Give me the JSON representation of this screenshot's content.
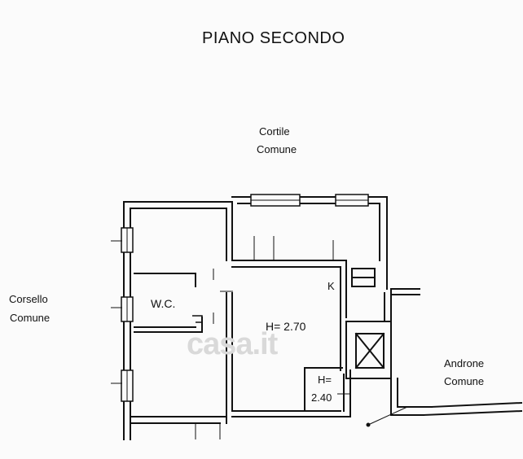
{
  "title": "PIANO SECONDO",
  "labels": {
    "cortile_line1": "Cortile",
    "cortile_line2": "Comune",
    "corsello_line1": "Corsello",
    "corsello_line2": "Comune",
    "wc": "W.C.",
    "kitchen": "K",
    "height_main": "H= 2.70",
    "height_small_line1": "H=",
    "height_small_line2": "2.40",
    "androne_line1": "Androne",
    "androne_line2": "Comune"
  },
  "watermark": "casa.it"
}
